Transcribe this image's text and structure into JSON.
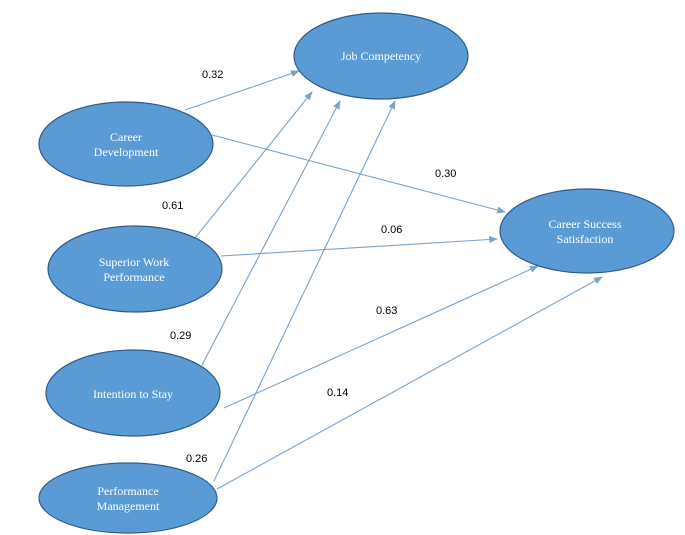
{
  "nodes": {
    "job_competency": {
      "lines": [
        "Job Competency"
      ]
    },
    "career_development": {
      "lines": [
        "Career",
        "Development"
      ]
    },
    "superior_work_performance": {
      "lines": [
        "Superior Work",
        "Performance"
      ]
    },
    "intention_to_stay": {
      "lines": [
        "Intention to Stay"
      ]
    },
    "performance_management": {
      "lines": [
        "Performance",
        "Management"
      ]
    },
    "career_success_satisfaction": {
      "lines": [
        "Career Success",
        "Satisfaction"
      ]
    }
  },
  "edges": [
    {
      "from": "career_development",
      "to": "job_competency",
      "label": "0.32"
    },
    {
      "from": "superior_work_performance",
      "to": "job_competency",
      "label": "0.61"
    },
    {
      "from": "intention_to_stay",
      "to": "job_competency",
      "label": "0.29"
    },
    {
      "from": "performance_management",
      "to": "job_competency",
      "label": "0.26"
    },
    {
      "from": "career_development",
      "to": "career_success_satisfaction",
      "label": "0.30"
    },
    {
      "from": "superior_work_performance",
      "to": "career_success_satisfaction",
      "label": "0.06"
    },
    {
      "from": "intention_to_stay",
      "to": "career_success_satisfaction",
      "label": "0.63"
    },
    {
      "from": "performance_management",
      "to": "career_success_satisfaction",
      "label": "0.14"
    }
  ],
  "colors": {
    "node_fill": "#5b9bd5",
    "node_stroke": "#2e5c8a",
    "edge": "#7aa3c8"
  }
}
